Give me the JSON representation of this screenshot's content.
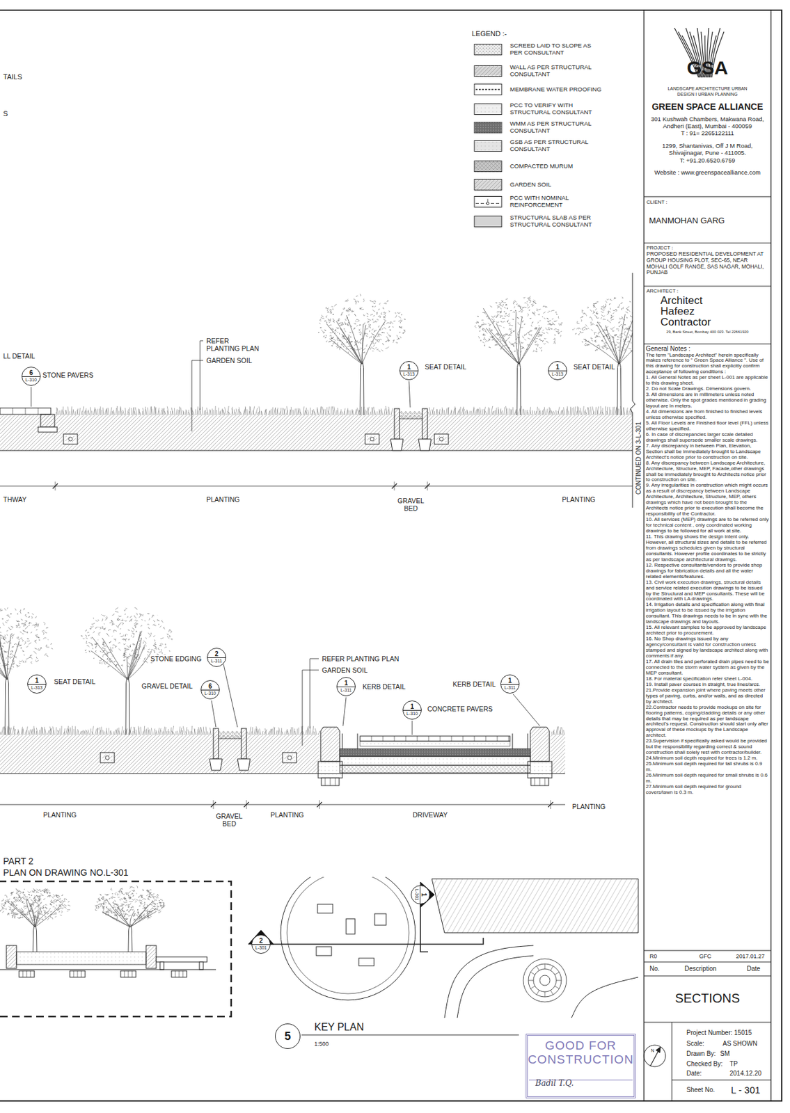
{
  "diagram": {
    "title": "SECTIONS",
    "nodes": [
      {
        "text": [
          "6",
          "L-310"
        ]
      },
      {
        "text": [
          "1",
          "L-313"
        ]
      },
      {
        "text": [
          "1",
          "L-313"
        ]
      },
      {
        "text": [
          "2",
          "L-311"
        ]
      },
      {
        "text": [
          "1",
          "L-313"
        ]
      },
      {
        "text": [
          "6",
          "L-310"
        ]
      },
      {
        "text": [
          "1",
          "L-311"
        ]
      },
      {
        "text": [
          "1",
          "L-311"
        ]
      },
      {
        "text": [
          "1",
          "L-310"
        ]
      },
      {
        "text": [
          "1",
          "L-301"
        ]
      },
      {
        "text": [
          "2",
          "L-301"
        ]
      },
      {
        "text": [
          "5"
        ]
      },
      {
        "text": [
          "GOOD FOR CONSTRUCTION",
          "Badil T.Q."
        ]
      },
      {
        "text": [
          "GSA",
          "LANDSCAPE ARCHITECTURE URBAN DESIGN I URBAN PLANNING",
          "GREEN SPACE ALLIANCE",
          "301 Kushwah Chambers, Makwana Road, Andheri (East), Mumbai - 400059",
          "T : 91= 2265122111",
          "1299, Shantanivas, Off J M Road, Shivajinagar, Pune - 411005.",
          "T: +91.20.6520.6759",
          "Website : www.greenspacealliance.com"
        ]
      },
      {
        "text": [
          "CLIENT :",
          "MANMOHAN GARG"
        ]
      },
      {
        "text": [
          "PROJECT :",
          "PROPOSED RESIDENTIAL DEVELOPMENT AT GROUP HOUSING PLOT, SEC-65, NEAR MOHALI GOLF RANGE, SAS NAGAR, MOHALI, PUNJAB"
        ]
      },
      {
        "text": [
          "ARCHITECT :",
          "Architect Hafeez Contractor",
          "29, Bank Street, Bombay 400 023. Tel 22661920"
        ]
      },
      {
        "text": [
          "General Notes :",
          "The term \"Landscape Architect\" herein specifically makes reference to \" Green Space Alliance \". Use of this drawing for construction shall explicitly confirm acceptance of following conditions :",
          "1. All General Notes as per sheet L-001 are applicable to this drawing sheet.",
          "2. Do not Scale Drawings. Dimensions govern.",
          "3. All dimensions are in millimeters unless noted otherwise. Only the spot grades mentioned in grading layout are in meters.",
          "4. All dimensions are from finished to finished levels unless otherwise specified.",
          "5. All Floor Levels are Finished floor level (FFL) unless otherwise specified.",
          "6. In case of discrepancies larger scale detailed drawings shall supersede smaller scale drawings.",
          "7. Any discrepancy in between Plan, Elevation, Section shall be immediately brought to Landscape Architect's notice prior to construction on site.",
          "8. Any discrepancy between Landscape Architecture, Architecture, Structure, MEP, Facade,other drawings shall be immediately brought to Architects notice prior to construction on site.",
          "9. Any irregularities in construction which might occurs as a result of discrepancy between Landscape Architecture, Architecture, Structure, MEP, others drawings which have not been brought to the Architects notice prior to execution shall become the responsibility of the Contractor.",
          "10. All services (MEP) drawings are to be referred only for technical content , only coordinated working drawings to be followed for all work at site.",
          "11. This drawing shows the design intent only. However, all structural sizes and details to be referred from drawings schedules given by structural consultants. However profile coordinates to be strictly as per landscape architectural drawings.",
          "12. Respective consultants/vendors to provide shop drawings for fabrication details and all the water related elements/features.",
          "13. Civil work execution drawings, structural details and service related execution drawings to be issued by the Structural and MEP consultants. These will be coordinated with LA drawings.",
          "14. Irrigation details and specification along with final irrigation layout to be issued by the irrigation consultant. This drawings needs to be in sync with the landscape drawings and layouts.",
          "15. All relevant samples to be approved by landscape architect prior to procurement.",
          "16. No Shop drawings issued by any agency/consultant is valid for construction unless stamped and signed by landscape architect along with comments if any.",
          "17. All drain tiles and perforated drain pipes need to be connected to the storm water system as given by the MEP consultant.",
          "18. For material specification refer sheet L-004.",
          "19. Install paver courses in straight, true lines/arcs.",
          "21.Provide expansion joint where paving meets other types of paving, curbs, and/or walls, and as directed by architect.",
          "22.Contractor needs to provide mockups on site for flooring patterns, coping/cladding details or any other details that may be required as per landscape architect's request. Construction should start only after approval of these mockups by the Landscape architect.",
          "23.Supervision if specifically asked would be provided but the responsibility regarding correct & sound construction shall solely rest with contractor/builder.",
          "24.Minimum soil depth required for trees is 1.2 m.",
          "25.Minimum soil depth required for tall shrubs is 0.9 m.",
          "26.Minimum soil depth required for small shrubs is 0.6 m.",
          "27.Minimum soil depth required for ground covers/lawn is 0.3 m."
        ]
      },
      {
        "text": [
          "SECTIONS"
        ]
      }
    ],
    "labels": [
      "TAILS",
      "S",
      "LL DETAIL",
      "STONE PAVERS",
      "REFER PLANTING PLAN",
      "GARDEN SOIL",
      "SEAT DETAIL",
      "SEAT DETAIL",
      "CONTINUED ON 3-L-301",
      "THWAY",
      "PLANTING",
      "GRAVEL BED",
      "PLANTING",
      "STONE EDGING",
      "SEAT DETAIL",
      "GRAVEL DETAIL",
      "REFER PLANTING PLAN",
      "GARDEN SOIL",
      "KERB DETAIL",
      "KERB DETAIL",
      "CONCRETE PAVERS",
      "PLANTING",
      "GRAVEL BED",
      "PLANTING",
      "DRIVEWAY",
      "PLANTING",
      "PART 2",
      "PLAN ON DRAWING NO.L-301",
      "KEY PLAN",
      "1:500",
      "R0",
      "GFC",
      "2017.01.27",
      "No.",
      "Description",
      "Date",
      "Project Number: 15015",
      "Scale:",
      "AS SHOWN",
      "Drawn By:",
      "SM",
      "Checked By:",
      "TP",
      "Date:",
      "2014.12.20",
      "Sheet No.",
      "L - 301",
      "LEGEND :-",
      "N"
    ],
    "legend": [
      {
        "text": "SCREED LAID TO SLOPE AS PER CONSULTANT",
        "color": "#ececec"
      },
      {
        "text": "WALL AS PER STRUCTURAL CONSULTANT",
        "color": "#d6d6d6"
      },
      {
        "text": "MEMBRANE WATER PROOFING"
      },
      {
        "text": "PCC TO VERIFY WITH STRUCTURAL CONSULTANT",
        "color": "#f0f0f0"
      },
      {
        "text": "WMM AS PER STRUCTURAL CONSULTANT",
        "color": "#8c8c8c"
      },
      {
        "text": "GSB AS PER STRUCTURAL CONSULTANT",
        "color": "#e4e4e4"
      },
      {
        "text": "COMPACTED MURUM",
        "color": "#c8c8c8"
      },
      {
        "text": "GARDEN SOIL",
        "color": "#dadada"
      },
      {
        "text": "PCC WITH NOMINAL REINFORCEMENT"
      },
      {
        "text": "STRUCTURAL SLAB AS PER STRUCTURAL CONSULTANT",
        "color": "#d4d4d4"
      }
    ]
  }
}
